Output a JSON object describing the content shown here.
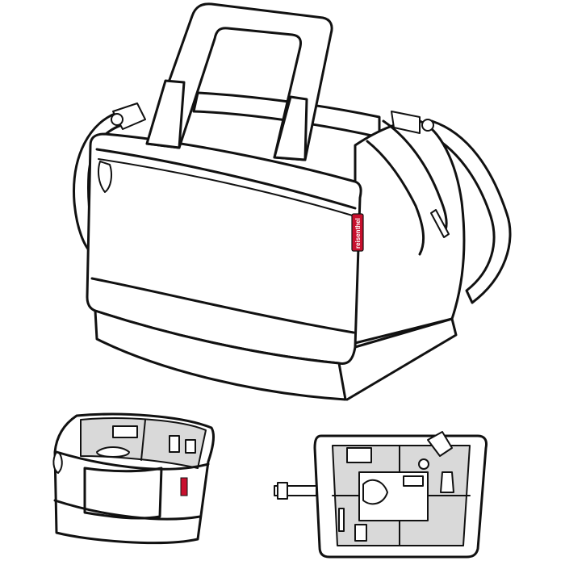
{
  "brand_label": {
    "text": "reisenthel",
    "color": "#c8102e"
  },
  "views": [
    {
      "name": "main-bag-closed"
    },
    {
      "name": "bag-open-front"
    },
    {
      "name": "bag-open-top"
    }
  ]
}
